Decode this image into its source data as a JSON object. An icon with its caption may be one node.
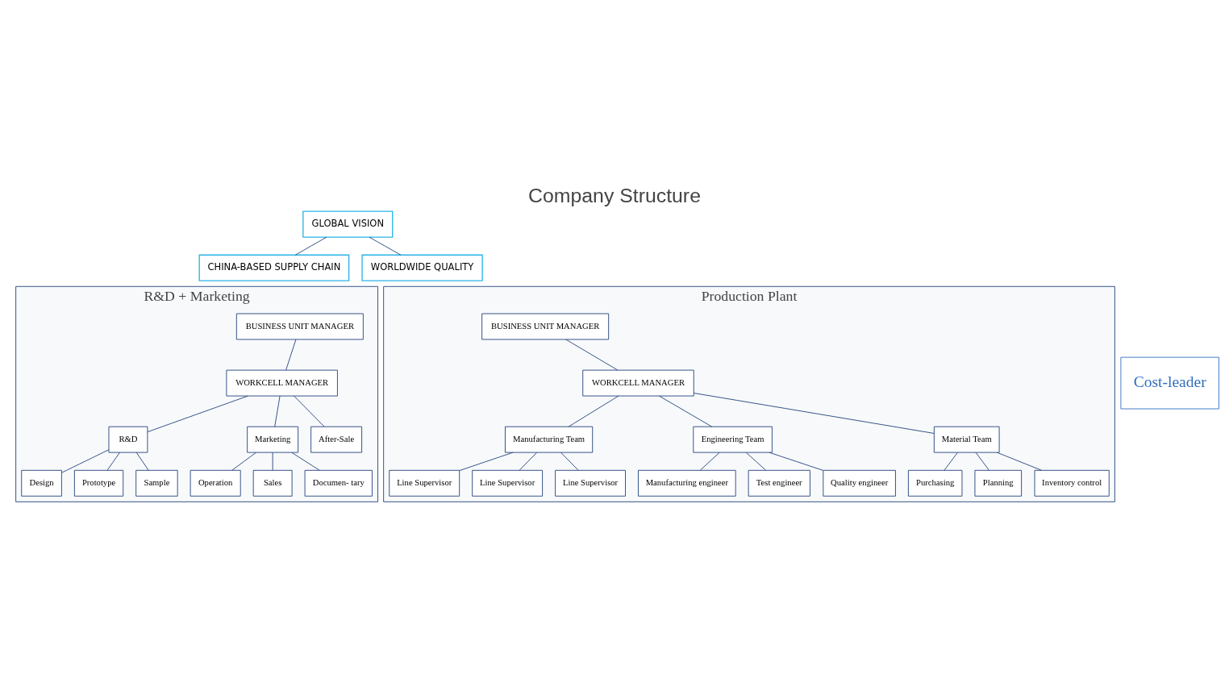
{
  "diagram": {
    "title": "Company Structure",
    "nodes": [
      {
        "text": [
          "GLOBAL VISION"
        ]
      },
      {
        "text": [
          "CHINA-BASED SUPPLY CHAIN"
        ]
      },
      {
        "text": [
          "WORLDWIDE QUALITY"
        ]
      },
      {
        "text": [
          "R&D + Marketing"
        ]
      },
      {
        "text": [
          "BUSINESS UNIT MANAGER"
        ],
        "in": 3
      },
      {
        "text": [
          "WORKCELL MANAGER"
        ],
        "in": 3
      },
      {
        "text": [
          "R&D"
        ],
        "in": 3
      },
      {
        "text": [
          "Marketing"
        ],
        "in": 3
      },
      {
        "text": [
          "After-Sale"
        ],
        "in": 3
      },
      {
        "text": [
          "Design"
        ],
        "in": 3
      },
      {
        "text": [
          "Prototype"
        ],
        "in": 3
      },
      {
        "text": [
          "Sample"
        ],
        "in": 3
      },
      {
        "text": [
          "Operation"
        ],
        "in": 3
      },
      {
        "text": [
          "Sales"
        ],
        "in": 3
      },
      {
        "text": [
          "Documen- tary"
        ],
        "in": 3
      },
      {
        "text": [
          "Cost-leader"
        ]
      },
      {
        "text": [
          "Production Plant"
        ]
      },
      {
        "text": [
          "BUSINESS UNIT MANAGER"
        ],
        "in": 16
      },
      {
        "text": [
          "WORKCELL MANAGER"
        ],
        "in": 16
      },
      {
        "text": [
          "Manufacturing Team"
        ],
        "in": 16
      },
      {
        "text": [
          "Engineering Team"
        ],
        "in": 16
      },
      {
        "text": [
          "Material Team"
        ],
        "in": 16
      },
      {
        "text": [
          "Line Supervisor"
        ],
        "in": 16
      },
      {
        "text": [
          "Line Supervisor"
        ],
        "in": 16
      },
      {
        "text": [
          "Line Supervisor"
        ],
        "in": 16
      },
      {
        "text": [
          "Manufacturing engineer"
        ],
        "in": 16
      },
      {
        "text": [
          "Test engineer"
        ],
        "in": 16
      },
      {
        "text": [
          "Quality engineer"
        ],
        "in": 16
      },
      {
        "text": [
          "Purchasing"
        ],
        "in": 16
      },
      {
        "text": [
          "Planning"
        ],
        "in": 16
      },
      {
        "text": [
          "Inventory control"
        ],
        "in": 16
      }
    ],
    "edges": [
      {
        "from": 0,
        "to": 1,
        "arrow": "none"
      },
      {
        "from": 0,
        "to": 2,
        "arrow": "none"
      },
      {
        "from": 4,
        "to": 5,
        "arrow": "none"
      },
      {
        "from": 5,
        "to": 6,
        "arrow": "none"
      },
      {
        "from": 5,
        "to": 7,
        "arrow": "none"
      },
      {
        "from": 5,
        "to": 8,
        "arrow": "none"
      },
      {
        "from": 6,
        "to": 9,
        "arrow": "none"
      },
      {
        "from": 6,
        "to": 10,
        "arrow": "none"
      },
      {
        "from": 6,
        "to": 11,
        "arrow": "none"
      },
      {
        "from": 7,
        "to": 12,
        "arrow": "none"
      },
      {
        "from": 7,
        "to": 13,
        "arrow": "none"
      },
      {
        "from": 7,
        "to": 14,
        "arrow": "none"
      },
      {
        "from": 17,
        "to": 18,
        "arrow": "none"
      },
      {
        "from": 18,
        "to": 19,
        "arrow": "none"
      },
      {
        "from": 18,
        "to": 20,
        "arrow": "none"
      },
      {
        "from": 18,
        "to": 21,
        "arrow": "none"
      },
      {
        "from": 19,
        "to": 22,
        "arrow": "none"
      },
      {
        "from": 19,
        "to": 23,
        "arrow": "none"
      },
      {
        "from": 19,
        "to": 24,
        "arrow": "none"
      },
      {
        "from": 20,
        "to": 25,
        "arrow": "none"
      },
      {
        "from": 20,
        "to": 26,
        "arrow": "none"
      },
      {
        "from": 20,
        "to": 27,
        "arrow": "none"
      },
      {
        "from": 21,
        "to": 28,
        "arrow": "none"
      },
      {
        "from": 21,
        "to": 29,
        "arrow": "none"
      },
      {
        "from": 21,
        "to": 30,
        "arrow": "none"
      }
    ]
  }
}
